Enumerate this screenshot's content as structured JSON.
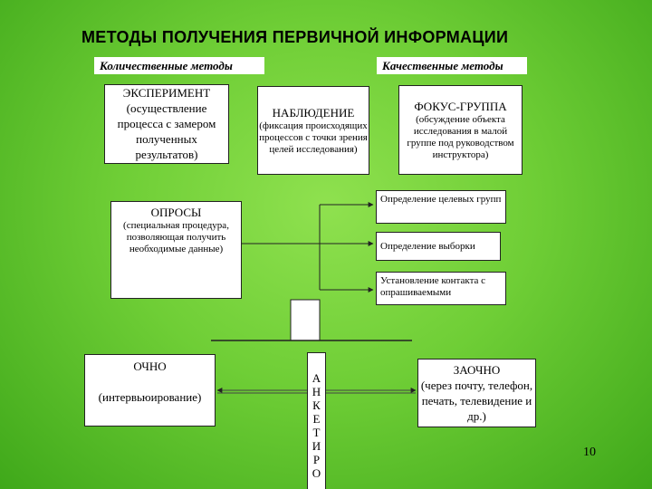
{
  "title": "МЕТОДЫ  ПОЛУЧЕНИЯ  ПЕРВИЧНОЙ  ИНФОРМАЦИИ",
  "labels": {
    "quantitative": "Количественные методы",
    "qualitative": "Качественные методы"
  },
  "methods": {
    "experiment": {
      "name": "ЭКСПЕРИМЕНТ",
      "desc": "(осуществление процесса с замером полученных результатов)"
    },
    "observation": {
      "name": "НАБЛЮДЕНИЕ",
      "desc": "(фиксация происходящих процессов с точки зрения целей исследования)"
    },
    "focus_group": {
      "name": "ФОКУС-ГРУППА",
      "desc": "(обсуждение объекта исследования в малой группе под руководством инструктора)"
    },
    "surveys": {
      "name": "ОПРОСЫ",
      "desc": "(специальная процедура, позволяющая получить необходимые данные)"
    }
  },
  "survey_steps": [
    "Определение целевых групп",
    "Определение выборки",
    "Установление контакта с опрашиваемыми"
  ],
  "modes": {
    "in_person": {
      "name": "ОЧНО",
      "desc": "(интервьюирование)"
    },
    "remote": {
      "name": "ЗАОЧНО",
      "desc": "(через почту, телефон, печать, телевидение и др.)"
    }
  },
  "questionnaire_letters": [
    "А",
    "Н",
    "К",
    "Е",
    "Т",
    "И",
    "Р",
    "О"
  ],
  "page_number": "10"
}
